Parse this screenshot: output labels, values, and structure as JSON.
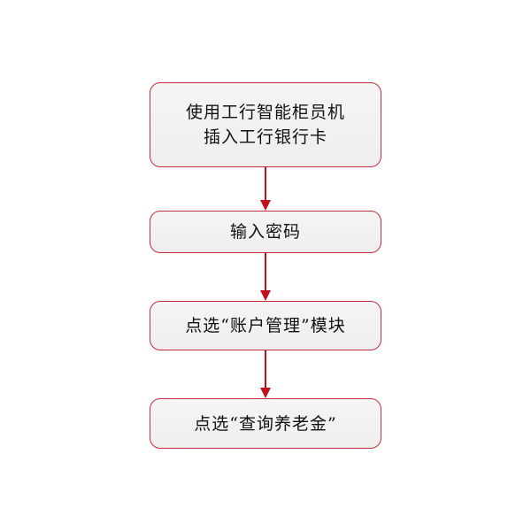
{
  "flowchart": {
    "steps": [
      {
        "lines": [
          "使用工行智能柜员机",
          "插入工行银行卡"
        ]
      },
      {
        "lines": [
          "输入密码"
        ]
      },
      {
        "lines": [
          "点选“账户管理”模块"
        ]
      },
      {
        "lines": [
          "点选“查询养老金”"
        ]
      }
    ]
  },
  "colors": {
    "border": "#c0303a",
    "arrow": "#c0101a",
    "box_fill": "#f4f2f2"
  }
}
